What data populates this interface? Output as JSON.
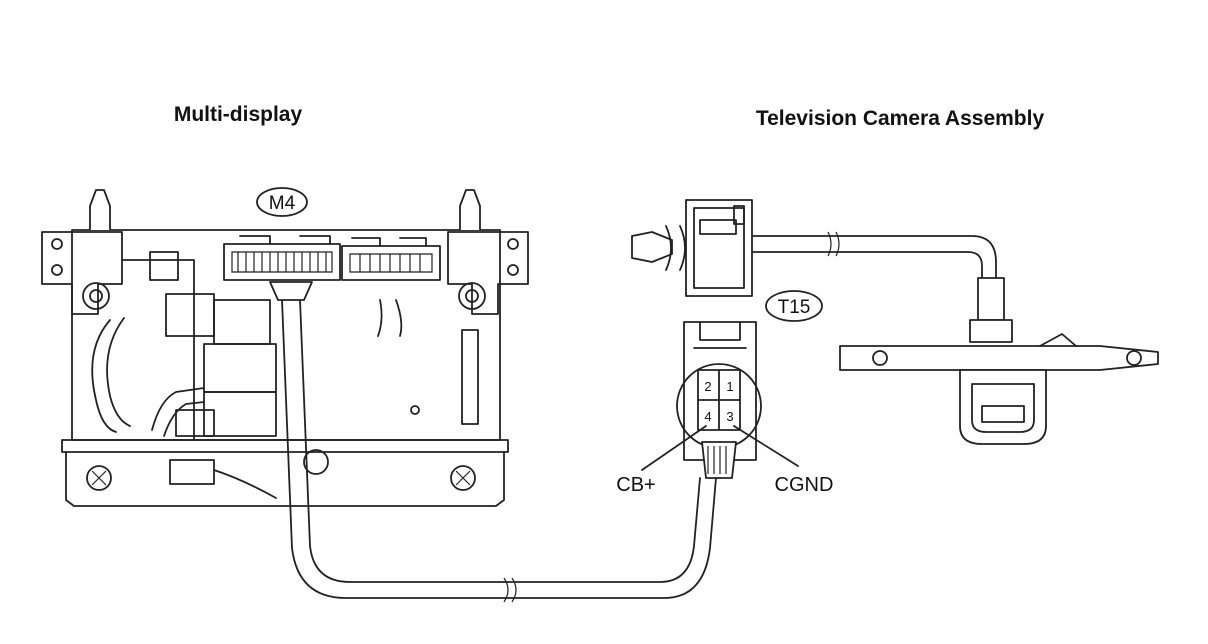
{
  "labels": {
    "multi_display": "Multi-display",
    "camera_assembly": "Television Camera Assembly",
    "connector_m4": "M4",
    "connector_t15": "T15",
    "signal_cb_plus": "CB+",
    "signal_cgnd": "CGND"
  },
  "pins": [
    "2",
    "1",
    "4",
    "3"
  ]
}
